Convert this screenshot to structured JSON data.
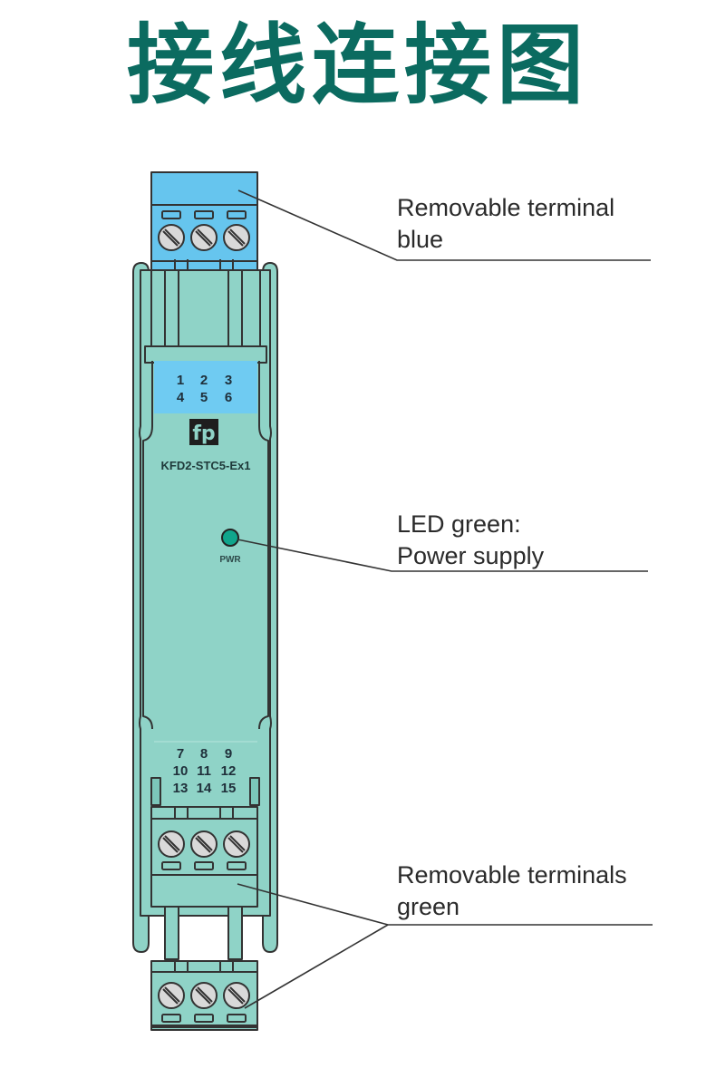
{
  "title": "接线连接图",
  "colors": {
    "title": "#0b6b60",
    "housing": "#8fd3c7",
    "housing_dark": "#7cc7ba",
    "blue_terminal": "#66c5ee",
    "label_panel": "#6fcbf2",
    "outline": "#333333",
    "screw": "#d9d9d9",
    "led": "#10a58c",
    "logo_bg": "#1e1e1e",
    "logo_fg": "#8fd3c7"
  },
  "device": {
    "model": "KFD2-STC5-Ex1",
    "logo": "fp",
    "top_terminal_numbers": [
      [
        "1",
        "2",
        "3"
      ],
      [
        "4",
        "5",
        "6"
      ]
    ],
    "bottom_terminal_numbers": [
      [
        "7",
        "8",
        "9"
      ],
      [
        "10",
        "11",
        "12"
      ],
      [
        "13",
        "14",
        "15"
      ]
    ],
    "led_label": "PWR"
  },
  "callouts": [
    {
      "name": "blue-terminal",
      "line1": "Removable terminal",
      "line2": "blue"
    },
    {
      "name": "led",
      "line1": "LED green:",
      "line2": "Power supply"
    },
    {
      "name": "green-terminals",
      "line1": "Removable terminals",
      "line2": "green"
    }
  ]
}
